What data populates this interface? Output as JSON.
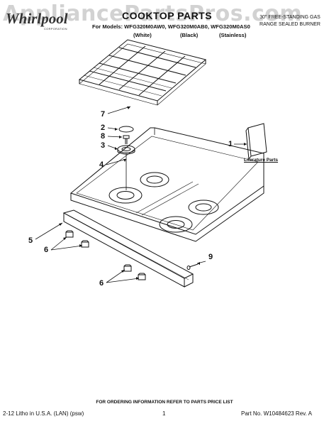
{
  "watermark": "AppliancePartsPros.com",
  "brand": {
    "logo_text": "Whirlpool",
    "logo_sub": "CORPORATION"
  },
  "header": {
    "title": "COOKTOP PARTS",
    "models_line": "For Models: WFG320M0AW0, WFG320M0AB0, WFG320M0AS0",
    "variants": [
      "(White)",
      "(Black)",
      "(Stainless)"
    ],
    "description": "30\" Free-Standing Gas Range Sealed Burner"
  },
  "callouts": [
    "7",
    "2",
    "8",
    "3",
    "4",
    "1",
    "5",
    "6",
    "9",
    "6"
  ],
  "literature_label": "Literature Parts",
  "footer": {
    "ordering_note": "FOR ORDERING INFORMATION REFER TO PARTS PRICE LIST",
    "litho": "2-12 Litho in U.S.A. (LAN) (psw)",
    "page": "1",
    "part_no": "Part No. W10484623 Rev. A"
  }
}
